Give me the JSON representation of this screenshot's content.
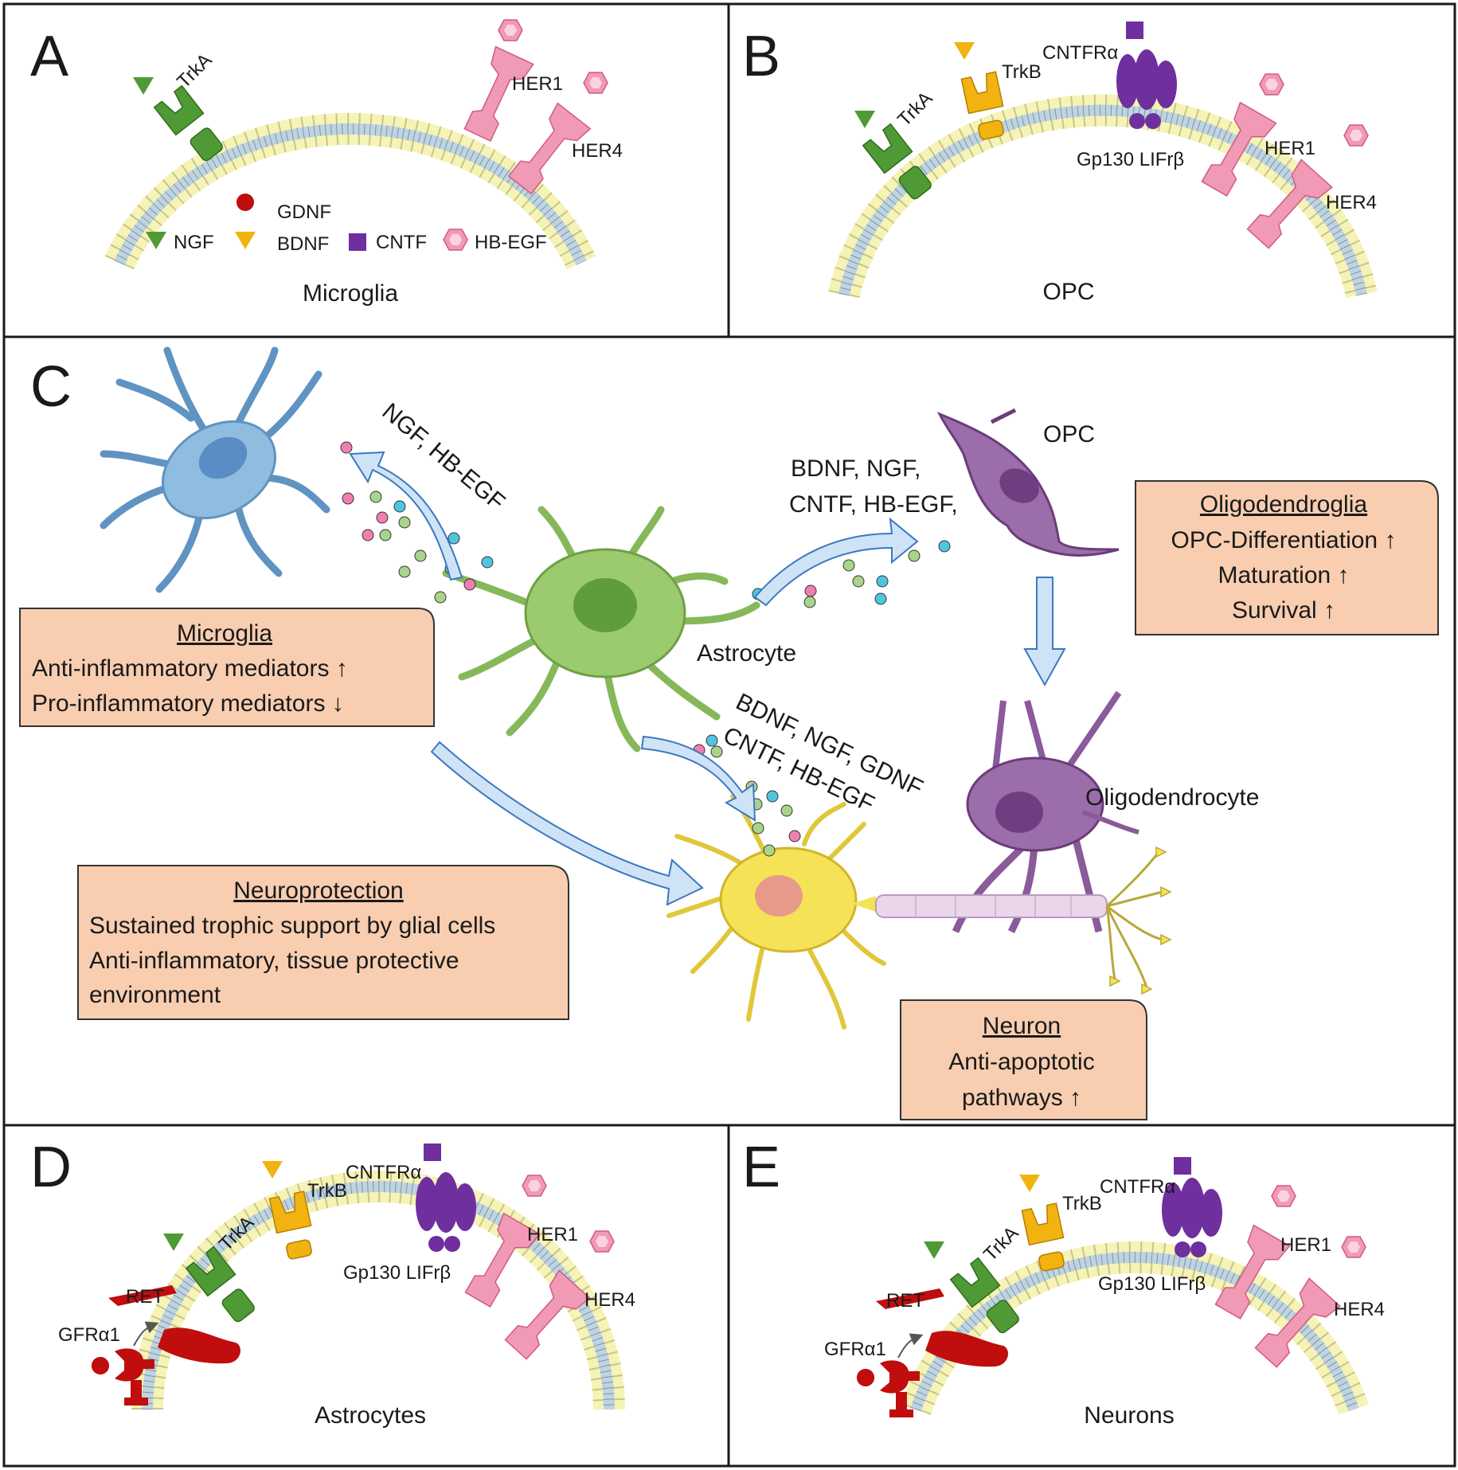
{
  "colors": {
    "ngf": "#4f9a35",
    "bdnf": "#f2b310",
    "cntf": "#6f2f9e",
    "hbegf": "#f09ab5",
    "gdnf": "#c00d0d",
    "membrane_head": "#f6f3b6",
    "box_fill": "#f8cdb0",
    "arrow_fill": "#cfe3f7",
    "arrow_stroke": "#3c78c0",
    "astrocyte": "#9bcb6e",
    "microglia": "#8fbde0",
    "opc": "#9b6dab",
    "neuron": "#f5e256"
  },
  "panels": {
    "a": {
      "letter": "A",
      "cell_name": "Microglia",
      "receptors": {
        "trka": "TrkA",
        "her1": "HER1",
        "her4": "HER4"
      },
      "legend": {
        "gdnf": "GDNF",
        "ngf": "NGF",
        "bdnf": "BDNF",
        "cntf": "CNTF",
        "hbegf": "HB-EGF"
      }
    },
    "b": {
      "letter": "B",
      "cell_name": "OPC",
      "receptors": {
        "trka": "TrkA",
        "trkb": "TrkB",
        "cntfra": "CNTFRα",
        "gp130": "Gp130 LIFrβ",
        "her1": "HER1",
        "her4": "HER4"
      }
    },
    "c": {
      "letter": "C",
      "cells": {
        "astrocyte": "Astrocyte",
        "opc": "OPC",
        "oligodendrocyte": "Oligodendrocyte"
      },
      "factors_to_microglia": "NGF,  HB-EGF",
      "factors_to_opc_line1": "BDNF, NGF,",
      "factors_to_opc_line2": "CNTF, HB-EGF,",
      "factors_to_neuron_line1": "BDNF, NGF, GDNF",
      "factors_to_neuron_line2": "CNTF, HB-EGF",
      "boxes": {
        "microglia": {
          "title": "Microglia",
          "line1": "Anti-inflammatory mediators ↑",
          "line2": "Pro-inflammatory mediators  ↓"
        },
        "oligodendroglia": {
          "title": "Oligodendroglia",
          "line1": "OPC-Differentiation ↑",
          "line2": "Maturation ↑",
          "line3": "Survival ↑"
        },
        "neuroprotection": {
          "title": "Neuroprotection",
          "line1": "Sustained trophic support by glial cells",
          "line2": "Anti-inflammatory, tissue protective",
          "line3": "environment"
        },
        "neuron": {
          "title": "Neuron",
          "line1": "Anti-apoptotic",
          "line2": "pathways ↑"
        }
      }
    },
    "d": {
      "letter": "D",
      "cell_name": "Astrocytes",
      "receptors": {
        "ret": "RET",
        "gfra1": "GFRα1",
        "trka": "TrkA",
        "trkb": "TrkB",
        "cntfra": "CNTFRα",
        "gp130": "Gp130 LIFrβ",
        "her1": "HER1",
        "her4": "HER4"
      }
    },
    "e": {
      "letter": "E",
      "cell_name": "Neurons",
      "receptors": {
        "ret": "RET",
        "gfra1": "GFRα1",
        "trka": "TrkA",
        "trkb": "TrkB",
        "cntfra": "CNTFRα",
        "gp130": "Gp130 LIFrβ",
        "her1": "HER1",
        "her4": "HER4"
      }
    }
  }
}
